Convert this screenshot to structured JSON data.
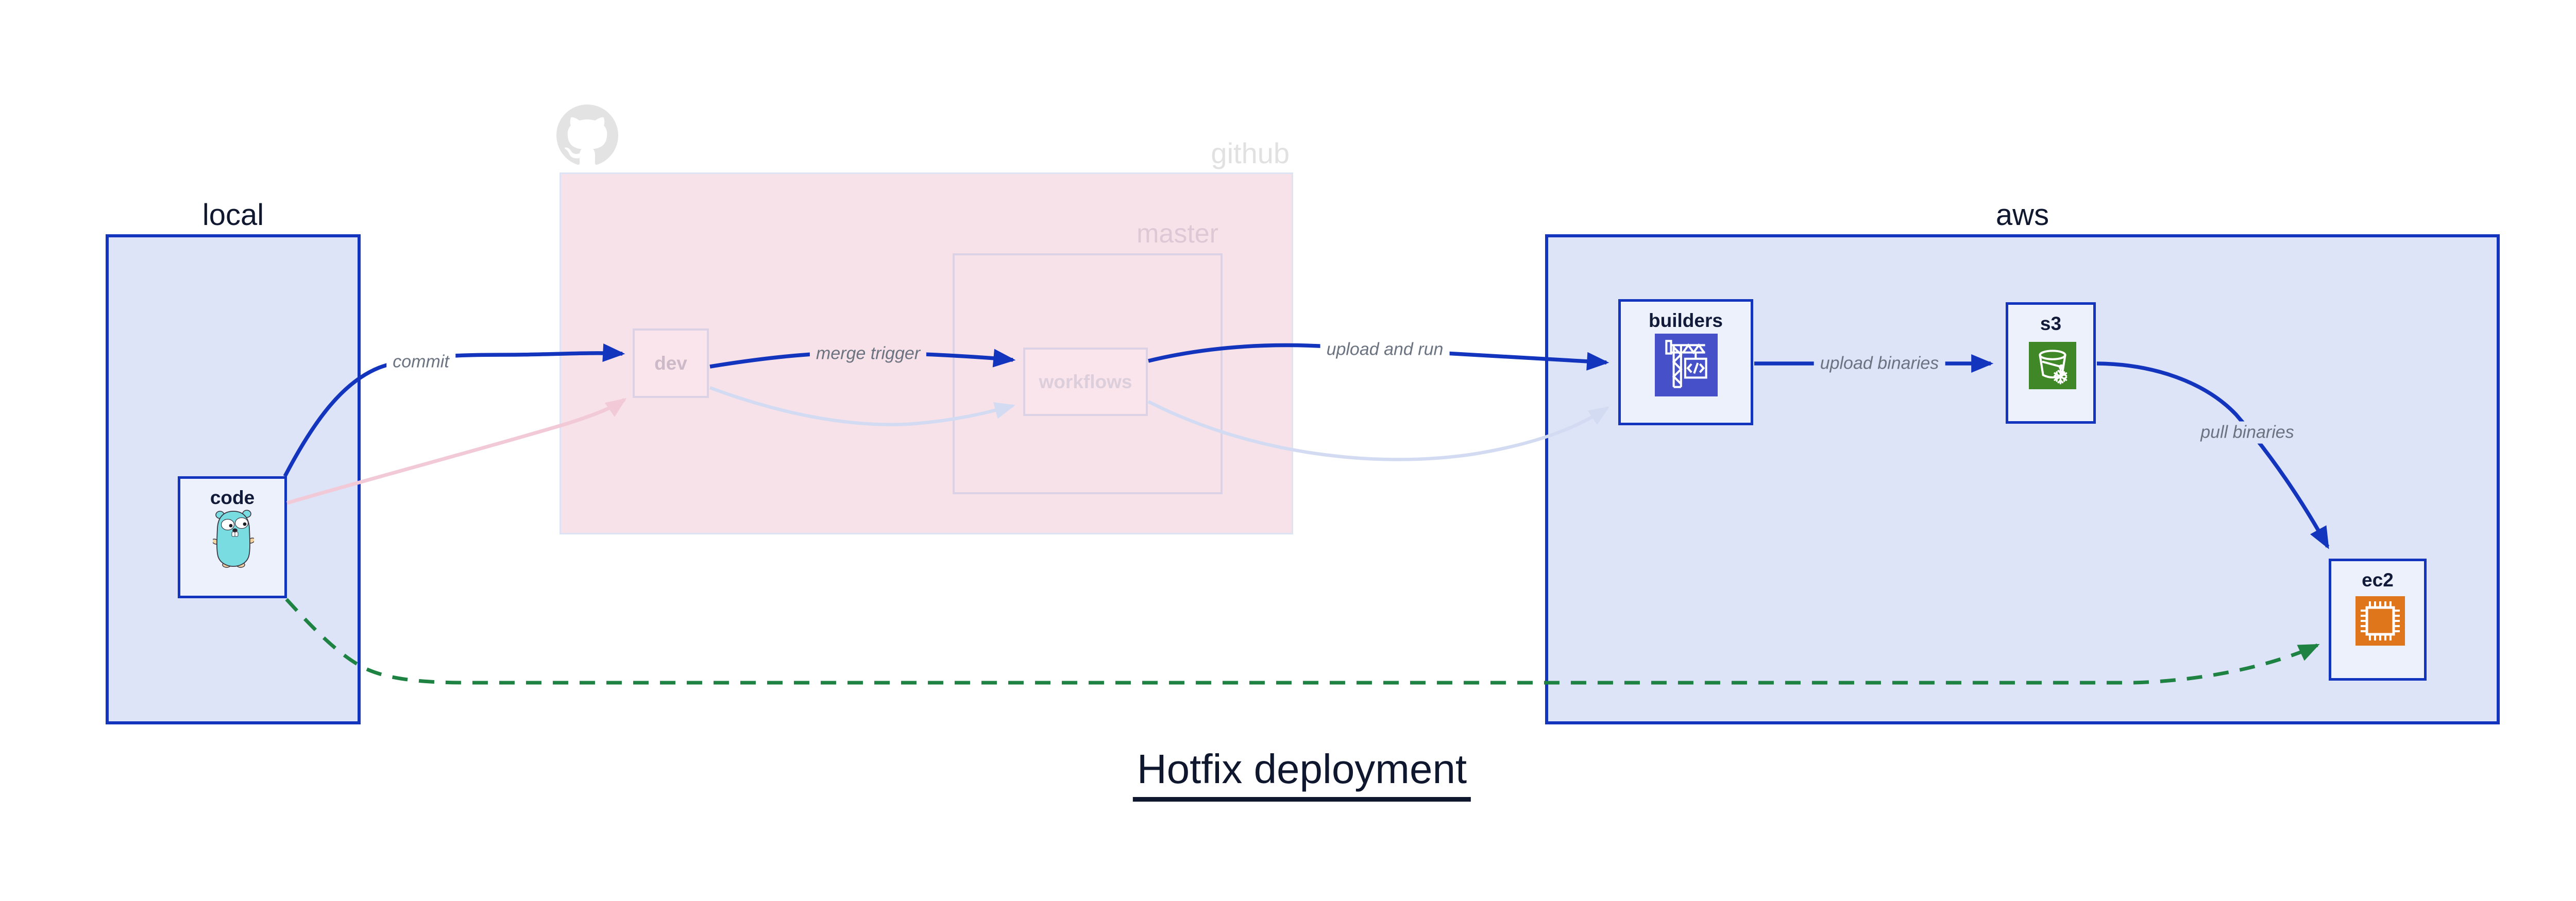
{
  "diagram": {
    "title": "Hotfix deployment",
    "groups": {
      "local": "local",
      "github": "github",
      "master": "master",
      "aws": "aws"
    },
    "nodes": {
      "code": "code",
      "dev": "dev",
      "workflows": "workflows",
      "builders": "builders",
      "s3": "s3",
      "ec2": "ec2"
    },
    "edges": {
      "commit": "commit",
      "merge_trigger": "merge trigger",
      "upload_and_run": "upload and run",
      "upload_binaries": "upload binaries",
      "pull_binaries": "pull binaries"
    },
    "icons": {
      "code": "go-gopher-icon",
      "github": "github-octocat-icon",
      "builders": "aws-codebuild-icon",
      "s3": "aws-s3-glacier-icon",
      "ec2": "aws-ec2-icon"
    },
    "colors": {
      "edge_blue": "#1334bd",
      "edge_green_dashed": "#1d8242",
      "edge_faded_pink": "#f2c9d6",
      "edge_faded_lavender": "#d2dbf2",
      "container_fill_blue": "#dde4f8",
      "container_fill_pink": "#f8e2e9",
      "node_fill": "#edf1fb",
      "builders_icon_bg": "#4650c8",
      "s3_icon_bg": "#3f8727",
      "ec2_icon_bg": "#e0761c",
      "edge_label_grey": "#6b7280",
      "text_navy": "#111a38"
    }
  }
}
